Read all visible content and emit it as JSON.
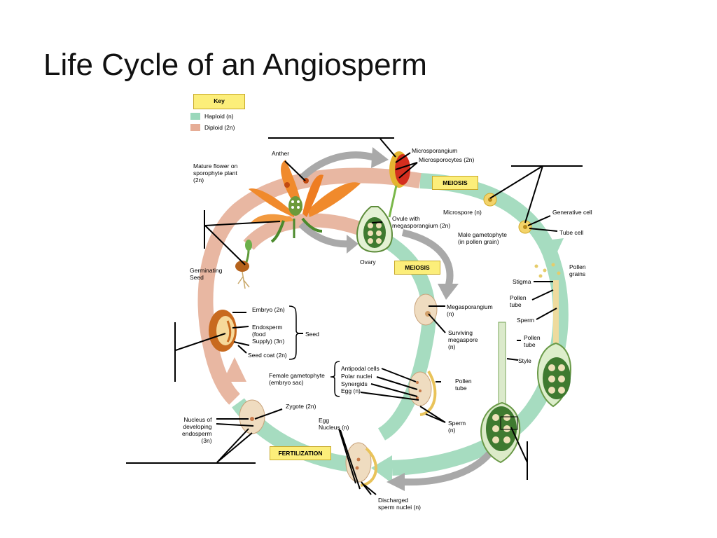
{
  "title": "Life Cycle of an Angiosperm",
  "key": {
    "heading": "Key",
    "haploid": "Haploid (n)",
    "diploid": "Diploid (2n)",
    "haploid_color": "#9ad8bb",
    "diploid_color": "#e6ad96"
  },
  "stages": {
    "meiosis_top": "MEIOSIS",
    "meiosis_mid": "MEIOSIS",
    "fertilization": "FERTILIZATION"
  },
  "labels": {
    "microsporangium": "Microsporangium",
    "microsporocytes": "Microsporocytes (2n)",
    "anther": "Anther",
    "mature_flower": [
      "Mature flower on",
      "sporophyte plant",
      "(2n)"
    ],
    "microspore": "Microspore (n)",
    "generative_cell": "Generative cell",
    "tube_cell": "Tube cell",
    "ovule": [
      "Ovule with",
      "megasporangium (2n)"
    ],
    "male_gametophyte": [
      "Male gametophyte",
      "(in pollen grain)"
    ],
    "ovary": "Ovary",
    "pollen_grains": [
      "Pollen",
      "grains"
    ],
    "germinating_seed": [
      "Germinating",
      "Seed"
    ],
    "stigma": "Stigma",
    "pollen_tube_1": [
      "Pollen",
      "tube"
    ],
    "embryo": "Embryo (2n)",
    "megasporangium": [
      "Megasporangium",
      "(n)"
    ],
    "sperm_1": "Sperm",
    "endosperm": [
      "Endosperm",
      "(food",
      "Supply) (3n)"
    ],
    "seed": "Seed",
    "surviving_megaspore": [
      "Surviving",
      "megaspore",
      "(n)"
    ],
    "pollen_tube_2": [
      "Pollen",
      "tube"
    ],
    "seed_coat": "Seed coat (2n)",
    "style": "Style",
    "antipodal": "Antipodal cells",
    "polar_nuclei": "Polar nuclei",
    "synergids": "Synergids",
    "egg_n": "Egg (n)",
    "female_gametophyte": [
      "Female gametophyte",
      "(embryo sac)"
    ],
    "pollen_tube_3": [
      "Pollen",
      "tube"
    ],
    "zygote": "Zygote (2n)",
    "nucleus_endosperm": [
      "Nucleus of",
      "developing",
      "endosperm",
      "(3n)"
    ],
    "egg_nucleus": [
      "Egg",
      "Nucleus (n)"
    ],
    "sperm_2": [
      "Sperm",
      "(n)"
    ],
    "discharged": [
      "Discharged",
      "sperm nuclei (n)"
    ]
  },
  "colors": {
    "haploid_band": "#a6dcc0",
    "diploid_band": "#e8b7a2",
    "arrow_gray": "#a9a9a9",
    "flower_orange": "#f08a2c",
    "pollen_yellow": "#f3d36a",
    "ovule_green": "#4f8a3a"
  }
}
